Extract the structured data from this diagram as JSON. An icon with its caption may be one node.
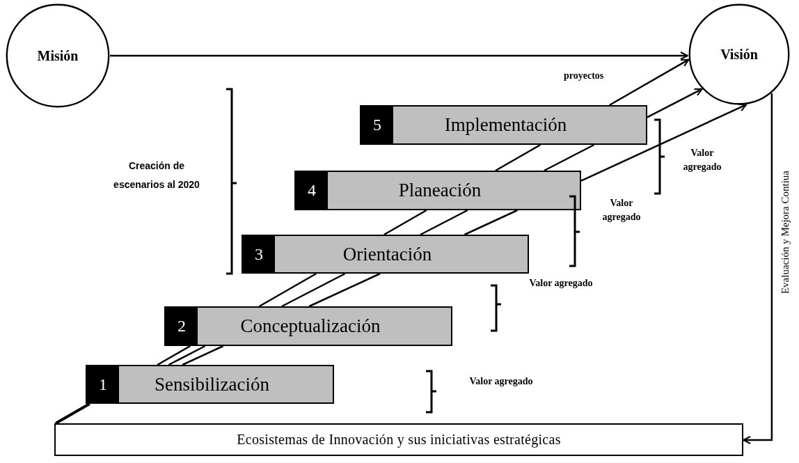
{
  "diagram": {
    "nodes": [
      {
        "text": [
          "Misión"
        ]
      },
      {
        "text": [
          "Visión"
        ]
      },
      {
        "text": [
          "5",
          "Implementación"
        ]
      },
      {
        "text": [
          "4",
          "Planeación"
        ]
      },
      {
        "text": [
          "3",
          "Orientación"
        ]
      },
      {
        "text": [
          "2",
          "Conceptualización"
        ]
      },
      {
        "text": [
          "1",
          "Sensibilización"
        ]
      },
      {
        "text": [
          "Ecosistemas de Innovación y sus iniciativas estratégicas"
        ]
      }
    ],
    "edges": [
      {
        "from": 0,
        "to": 1,
        "arrow": "to"
      },
      {
        "from": 7,
        "to": 6,
        "arrow": "none"
      },
      {
        "from": 6,
        "to": 5,
        "arrow": "none"
      },
      {
        "from": 6,
        "to": 5,
        "arrow": "none"
      },
      {
        "from": 6,
        "to": 5,
        "arrow": "none"
      },
      {
        "from": 5,
        "to": 4,
        "arrow": "none"
      },
      {
        "from": 5,
        "to": 4,
        "arrow": "none"
      },
      {
        "from": 5,
        "to": 4,
        "arrow": "none"
      },
      {
        "from": 4,
        "to": 3,
        "arrow": "none"
      },
      {
        "from": 4,
        "to": 3,
        "arrow": "none"
      },
      {
        "from": 4,
        "to": 3,
        "arrow": "none"
      },
      {
        "from": 3,
        "to": 2,
        "arrow": "none"
      },
      {
        "from": 3,
        "to": 2,
        "arrow": "none"
      },
      {
        "from": 3,
        "to": 1,
        "arrow": "to"
      },
      {
        "from": 2,
        "to": 1,
        "arrow": "to",
        "label": "proyectos"
      },
      {
        "from": 2,
        "to": 1,
        "arrow": "to"
      },
      {
        "from": 1,
        "to": 7,
        "arrow": "to",
        "label": "Evaluación y Mejora Contiua"
      }
    ],
    "labels": [
      "Creación de escenarios al 2020",
      "Valor agregado",
      "Valor agregado",
      "Valor agregado",
      "Valor agregado"
    ]
  }
}
